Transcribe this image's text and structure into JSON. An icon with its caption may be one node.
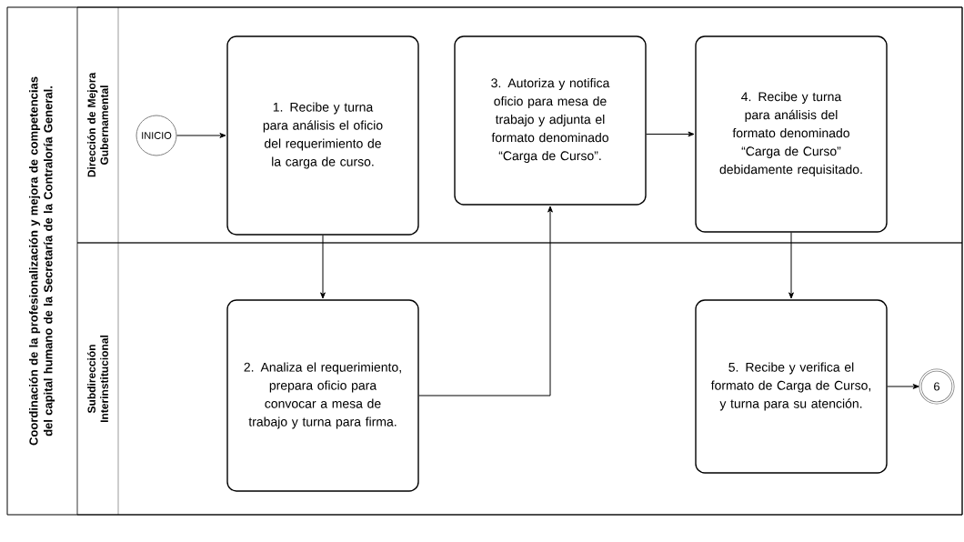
{
  "diagram": {
    "nodes": [
      {
        "text": [
          "Coordinación de la profesionalización y mejora de competencias del capital humano de la Secretaría de la Contraloría General."
        ]
      },
      {
        "text": [
          "Dirección de Mejora Gubernamental"
        ],
        "in": 0
      },
      {
        "text": [
          "Subdirección Interinstitucional"
        ],
        "in": 0
      },
      {
        "text": [
          "INICIO"
        ],
        "in": 1
      },
      {
        "text": [
          "1. Recibe y turna para análisis el oficio del requerimiento de la carga de curso."
        ],
        "in": 1
      },
      {
        "text": [
          "2. Analiza el requerimiento, prepara oficio para convocar a mesa de trabajo y turna para firma."
        ],
        "in": 2
      },
      {
        "text": [
          "3. Autoriza y notifica oficio para mesa de trabajo y adjunta el formato denominado “Carga de Curso”."
        ],
        "in": 1
      },
      {
        "text": [
          "4. Recibe y turna para análisis del formato denominado “Carga de Curso” debidamente requisitado."
        ],
        "in": 1
      },
      {
        "text": [
          "5. Recibe y verifica el formato de Carga de Curso, y turna para su atención."
        ],
        "in": 2
      },
      {
        "text": [
          "6"
        ],
        "in": 2
      }
    ],
    "edges": [
      {
        "from": 3,
        "to": 4,
        "arrow": "to"
      },
      {
        "from": 4,
        "to": 5,
        "arrow": "to"
      },
      {
        "from": 5,
        "to": 6,
        "arrow": "to"
      },
      {
        "from": 6,
        "to": 7,
        "arrow": "to"
      },
      {
        "from": 7,
        "to": 8,
        "arrow": "to"
      },
      {
        "from": 8,
        "to": 9,
        "arrow": "to"
      }
    ]
  }
}
